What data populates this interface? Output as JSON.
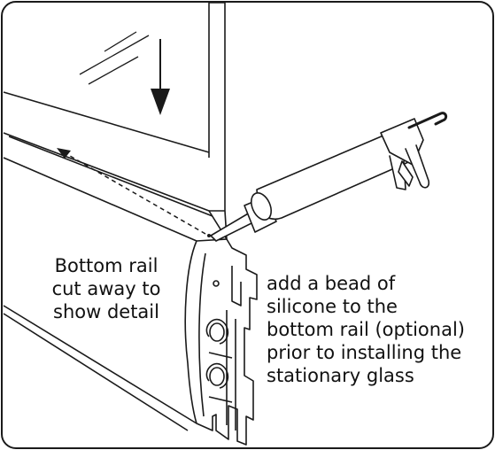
{
  "labels": {
    "cutaway": {
      "lines": [
        "Bottom rail",
        "cut away to",
        "show detail"
      ]
    },
    "instruction": {
      "lines": [
        "add a bead of",
        "silicone to the",
        "bottom rail (optional)",
        "prior to installing the",
        "stationary glass"
      ]
    }
  },
  "colors": {
    "stroke": "#1a1a1a",
    "background": "#ffffff",
    "text": "#111111"
  },
  "icons": {
    "glass-down-arrow": "arrow-down",
    "bead-direction-arrow": "arrow-left-dashed"
  }
}
